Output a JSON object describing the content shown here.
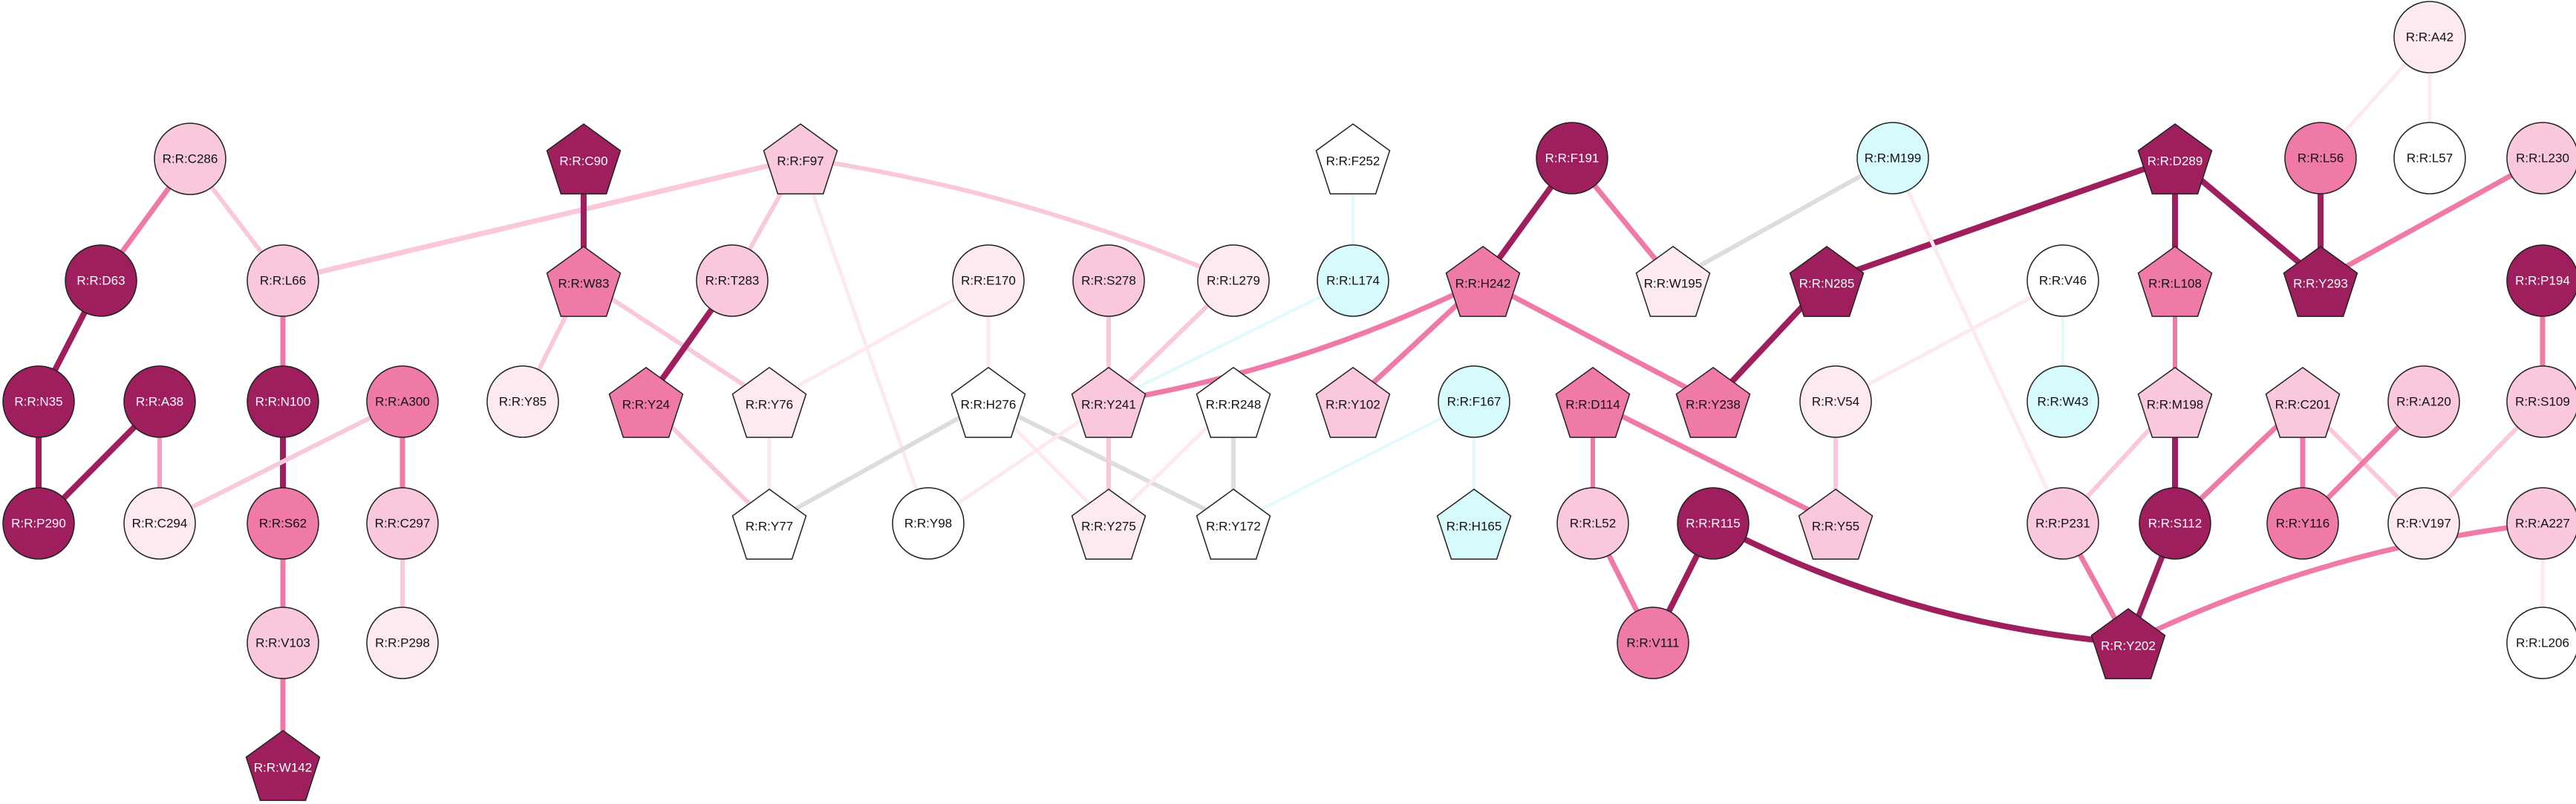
{
  "colors": {
    "c9": "#9e1e5e",
    "c8": "#a3245f",
    "c7": "#ef7aa8",
    "c6": "#f5a0c2",
    "c5": "#fac8dc",
    "c4": "#fde9f1",
    "c0": "#ffffff",
    "cyan": "#d7fafd",
    "gray": "#dddddd",
    "cyanEdge": "#e1fbfd",
    "text_dark": "#111111",
    "text_light": "#ffffff",
    "stroke": "#222222"
  },
  "nodes": [
    {
      "id": "A42",
      "label": "R:R:A42",
      "shape": "circle",
      "color": "c4"
    },
    {
      "id": "C286",
      "label": "R:R:C286",
      "shape": "circle",
      "color": "c5"
    },
    {
      "id": "C90",
      "label": "R:R:C90",
      "shape": "pentagon",
      "color": "c9"
    },
    {
      "id": "F97",
      "label": "R:R:F97",
      "shape": "pentagon",
      "color": "c5"
    },
    {
      "id": "F252",
      "label": "R:R:F252",
      "shape": "pentagon",
      "color": "c0"
    },
    {
      "id": "F191",
      "label": "R:R:F191",
      "shape": "circle",
      "color": "c9"
    },
    {
      "id": "M199",
      "label": "R:R:M199",
      "shape": "circle",
      "color": "cyan"
    },
    {
      "id": "D289",
      "label": "R:R:D289",
      "shape": "pentagon",
      "color": "c9"
    },
    {
      "id": "L56",
      "label": "R:R:L56",
      "shape": "circle",
      "color": "c7"
    },
    {
      "id": "L57",
      "label": "R:R:L57",
      "shape": "circle",
      "color": "c0"
    },
    {
      "id": "L230",
      "label": "R:R:L230",
      "shape": "circle",
      "color": "c5"
    },
    {
      "id": "D63",
      "label": "R:R:D63",
      "shape": "circle",
      "color": "c9"
    },
    {
      "id": "L66",
      "label": "R:R:L66",
      "shape": "circle",
      "color": "c5"
    },
    {
      "id": "W83",
      "label": "R:R:W83",
      "shape": "pentagon",
      "color": "c7"
    },
    {
      "id": "T283",
      "label": "R:R:T283",
      "shape": "circle",
      "color": "c5"
    },
    {
      "id": "E170",
      "label": "R:R:E170",
      "shape": "circle",
      "color": "c4"
    },
    {
      "id": "S278",
      "label": "R:R:S278",
      "shape": "circle",
      "color": "c5"
    },
    {
      "id": "L279",
      "label": "R:R:L279",
      "shape": "circle",
      "color": "c4"
    },
    {
      "id": "L174",
      "label": "R:R:L174",
      "shape": "circle",
      "color": "cyan"
    },
    {
      "id": "H242",
      "label": "R:R:H242",
      "shape": "pentagon",
      "color": "c7"
    },
    {
      "id": "W195",
      "label": "R:R:W195",
      "shape": "pentagon",
      "color": "c4"
    },
    {
      "id": "N285",
      "label": "R:R:N285",
      "shape": "pentagon",
      "color": "c9"
    },
    {
      "id": "V46",
      "label": "R:R:V46",
      "shape": "circle",
      "color": "c0"
    },
    {
      "id": "L108",
      "label": "R:R:L108",
      "shape": "pentagon",
      "color": "c7"
    },
    {
      "id": "Y293",
      "label": "R:R:Y293",
      "shape": "pentagon",
      "color": "c9"
    },
    {
      "id": "P194",
      "label": "R:R:P194",
      "shape": "circle",
      "color": "c9"
    },
    {
      "id": "N35",
      "label": "R:R:N35",
      "shape": "circle",
      "color": "c9"
    },
    {
      "id": "A38",
      "label": "R:R:A38",
      "shape": "circle",
      "color": "c9"
    },
    {
      "id": "N100",
      "label": "R:R:N100",
      "shape": "circle",
      "color": "c9"
    },
    {
      "id": "A300",
      "label": "R:R:A300",
      "shape": "circle",
      "color": "c7"
    },
    {
      "id": "Y85",
      "label": "R:R:Y85",
      "shape": "circle",
      "color": "c4"
    },
    {
      "id": "Y24",
      "label": "R:R:Y24",
      "shape": "pentagon",
      "color": "c7"
    },
    {
      "id": "Y76",
      "label": "R:R:Y76",
      "shape": "pentagon",
      "color": "c4"
    },
    {
      "id": "H276",
      "label": "R:R:H276",
      "shape": "pentagon",
      "color": "c0"
    },
    {
      "id": "Y241",
      "label": "R:R:Y241",
      "shape": "pentagon",
      "color": "c5"
    },
    {
      "id": "R248",
      "label": "R:R:R248",
      "shape": "pentagon",
      "color": "c0"
    },
    {
      "id": "Y102",
      "label": "R:R:Y102",
      "shape": "pentagon",
      "color": "c5"
    },
    {
      "id": "F167",
      "label": "R:R:F167",
      "shape": "circle",
      "color": "cyan"
    },
    {
      "id": "D114",
      "label": "R:R:D114",
      "shape": "pentagon",
      "color": "c7"
    },
    {
      "id": "Y238",
      "label": "R:R:Y238",
      "shape": "pentagon",
      "color": "c7"
    },
    {
      "id": "V54",
      "label": "R:R:V54",
      "shape": "circle",
      "color": "c4"
    },
    {
      "id": "W43",
      "label": "R:R:W43",
      "shape": "circle",
      "color": "cyan"
    },
    {
      "id": "M198",
      "label": "R:R:M198",
      "shape": "pentagon",
      "color": "c5"
    },
    {
      "id": "C201",
      "label": "R:R:C201",
      "shape": "pentagon",
      "color": "c5"
    },
    {
      "id": "A120",
      "label": "R:R:A120",
      "shape": "circle",
      "color": "c5"
    },
    {
      "id": "S109",
      "label": "R:R:S109",
      "shape": "circle",
      "color": "c5"
    },
    {
      "id": "P290",
      "label": "R:R:P290",
      "shape": "circle",
      "color": "c9"
    },
    {
      "id": "C294",
      "label": "R:R:C294",
      "shape": "circle",
      "color": "c4"
    },
    {
      "id": "S62",
      "label": "R:R:S62",
      "shape": "circle",
      "color": "c7"
    },
    {
      "id": "C297",
      "label": "R:R:C297",
      "shape": "circle",
      "color": "c5"
    },
    {
      "id": "Y77",
      "label": "R:R:Y77",
      "shape": "pentagon",
      "color": "c0"
    },
    {
      "id": "Y98",
      "label": "R:R:Y98",
      "shape": "circle",
      "color": "c0"
    },
    {
      "id": "Y275",
      "label": "R:R:Y275",
      "shape": "pentagon",
      "color": "c4"
    },
    {
      "id": "Y172",
      "label": "R:R:Y172",
      "shape": "pentagon",
      "color": "c0"
    },
    {
      "id": "H165",
      "label": "R:R:H165",
      "shape": "pentagon",
      "color": "cyan"
    },
    {
      "id": "L52",
      "label": "R:R:L52",
      "shape": "circle",
      "color": "c5"
    },
    {
      "id": "R115",
      "label": "R:R:R115",
      "shape": "circle",
      "color": "c9"
    },
    {
      "id": "Y55",
      "label": "R:R:Y55",
      "shape": "pentagon",
      "color": "c5"
    },
    {
      "id": "P231",
      "label": "R:R:P231",
      "shape": "circle",
      "color": "c5"
    },
    {
      "id": "S112",
      "label": "R:R:S112",
      "shape": "circle",
      "color": "c9"
    },
    {
      "id": "Y116",
      "label": "R:R:Y116",
      "shape": "circle",
      "color": "c7"
    },
    {
      "id": "V197",
      "label": "R:R:V197",
      "shape": "circle",
      "color": "c4"
    },
    {
      "id": "A227",
      "label": "R:R:A227",
      "shape": "circle",
      "color": "c5"
    },
    {
      "id": "V103",
      "label": "R:R:V103",
      "shape": "circle",
      "color": "c5"
    },
    {
      "id": "P298",
      "label": "R:R:P298",
      "shape": "circle",
      "color": "c4"
    },
    {
      "id": "V111",
      "label": "R:R:V111",
      "shape": "circle",
      "color": "c7"
    },
    {
      "id": "Y202",
      "label": "R:R:Y202",
      "shape": "pentagon",
      "color": "c9"
    },
    {
      "id": "L206",
      "label": "R:R:L206",
      "shape": "circle",
      "color": "c0"
    },
    {
      "id": "W142",
      "label": "R:R:W142",
      "shape": "pentagon",
      "color": "c9"
    }
  ],
  "edges": [
    {
      "from": "A42",
      "to": "L56",
      "color": "c4",
      "weight": 5
    },
    {
      "from": "A42",
      "to": "L57",
      "color": "c4",
      "weight": 5
    },
    {
      "from": "L56",
      "to": "Y293",
      "color": "c9",
      "weight": 8
    },
    {
      "from": "D289",
      "to": "Y293",
      "color": "c9",
      "weight": 8
    },
    {
      "from": "D289",
      "to": "L108",
      "color": "c9",
      "weight": 8
    },
    {
      "from": "D289",
      "to": "N285",
      "color": "c9",
      "weight": 8
    },
    {
      "from": "L230",
      "to": "Y293",
      "color": "c7",
      "weight": 7
    },
    {
      "from": "C286",
      "to": "D63",
      "color": "c7",
      "weight": 7
    },
    {
      "from": "C286",
      "to": "L66",
      "color": "c5",
      "weight": 6
    },
    {
      "from": "D63",
      "to": "N35",
      "color": "c9",
      "weight": 8
    },
    {
      "from": "N35",
      "to": "P290",
      "color": "c9",
      "weight": 8
    },
    {
      "from": "A38",
      "to": "P290",
      "color": "c9",
      "weight": 8
    },
    {
      "from": "A38",
      "to": "C294",
      "color": "c6",
      "weight": 6
    },
    {
      "from": "L66",
      "to": "N100",
      "color": "c7",
      "weight": 7
    },
    {
      "from": "L66",
      "to": "F97",
      "color": "c5",
      "weight": 7
    },
    {
      "from": "N100",
      "to": "S62",
      "color": "c9",
      "weight": 8
    },
    {
      "from": "S62",
      "to": "V103",
      "color": "c7",
      "weight": 7
    },
    {
      "from": "V103",
      "to": "W142",
      "color": "c7",
      "weight": 7
    },
    {
      "from": "A300",
      "to": "C297",
      "color": "c7",
      "weight": 7
    },
    {
      "from": "A300",
      "to": "C294",
      "color": "c5",
      "weight": 6
    },
    {
      "from": "C297",
      "to": "P298",
      "color": "c5",
      "weight": 6
    },
    {
      "from": "C90",
      "to": "W83",
      "color": "c9",
      "weight": 8
    },
    {
      "from": "W83",
      "to": "Y85",
      "color": "c5",
      "weight": 6
    },
    {
      "from": "W83",
      "to": "Y76",
      "color": "c5",
      "weight": 6
    },
    {
      "from": "F97",
      "to": "T283",
      "color": "c5",
      "weight": 6
    },
    {
      "from": "F97",
      "to": "L279",
      "color": "c5",
      "weight": 6
    },
    {
      "from": "F97",
      "to": "Y98",
      "color": "c4",
      "weight": 5
    },
    {
      "from": "T283",
      "to": "Y24",
      "color": "c9",
      "weight": 8
    },
    {
      "from": "Y24",
      "to": "Y77",
      "color": "c5",
      "weight": 6
    },
    {
      "from": "Y76",
      "to": "Y77",
      "color": "c4",
      "weight": 5
    },
    {
      "from": "Y76",
      "to": "E170",
      "color": "c4",
      "weight": 5
    },
    {
      "from": "E170",
      "to": "H276",
      "color": "c4",
      "weight": 5
    },
    {
      "from": "H276",
      "to": "Y77",
      "color": "gray",
      "weight": 6
    },
    {
      "from": "H276",
      "to": "Y172",
      "color": "gray",
      "weight": 6
    },
    {
      "from": "H276",
      "to": "Y275",
      "color": "c4",
      "weight": 5
    },
    {
      "from": "S278",
      "to": "Y241",
      "color": "c5",
      "weight": 6
    },
    {
      "from": "L279",
      "to": "Y241",
      "color": "c5",
      "weight": 6
    },
    {
      "from": "Y241",
      "to": "Y275",
      "color": "c5",
      "weight": 6
    },
    {
      "from": "Y241",
      "to": "Y98",
      "color": "c4",
      "weight": 5
    },
    {
      "from": "Y241",
      "to": "L174",
      "color": "cyanEdge",
      "weight": 4
    },
    {
      "from": "R248",
      "to": "Y172",
      "color": "gray",
      "weight": 6
    },
    {
      "from": "R248",
      "to": "Y275",
      "color": "c4",
      "weight": 5
    },
    {
      "from": "F252",
      "to": "L174",
      "color": "cyanEdge",
      "weight": 4
    },
    {
      "from": "F167",
      "to": "H165",
      "color": "cyanEdge",
      "weight": 4
    },
    {
      "from": "F167",
      "to": "Y172",
      "color": "cyanEdge",
      "weight": 4
    },
    {
      "from": "F191",
      "to": "H242",
      "color": "c9",
      "weight": 8
    },
    {
      "from": "F191",
      "to": "W195",
      "color": "c7",
      "weight": 7
    },
    {
      "from": "M199",
      "to": "W195",
      "color": "gray",
      "weight": 6
    },
    {
      "from": "M199",
      "to": "P231",
      "color": "c4",
      "weight": 5
    },
    {
      "from": "H242",
      "to": "Y102",
      "color": "c7",
      "weight": 7
    },
    {
      "from": "H242",
      "to": "Y238",
      "color": "c7",
      "weight": 7
    },
    {
      "from": "H242",
      "to": "Y241",
      "color": "c7",
      "weight": 7
    },
    {
      "from": "N285",
      "to": "Y238",
      "color": "c9",
      "weight": 8
    },
    {
      "from": "D114",
      "to": "L52",
      "color": "c7",
      "weight": 6
    },
    {
      "from": "D114",
      "to": "Y55",
      "color": "c7",
      "weight": 7
    },
    {
      "from": "L52",
      "to": "V111",
      "color": "c7",
      "weight": 7
    },
    {
      "from": "R115",
      "to": "V111",
      "color": "c9",
      "weight": 8
    },
    {
      "from": "R115",
      "to": "Y202",
      "color": "c9",
      "weight": 8
    },
    {
      "from": "V54",
      "to": "Y55",
      "color": "c5",
      "weight": 6
    },
    {
      "from": "V54",
      "to": "V46",
      "color": "c4",
      "weight": 5
    },
    {
      "from": "V46",
      "to": "W43",
      "color": "cyanEdge",
      "weight": 4
    },
    {
      "from": "L108",
      "to": "M198",
      "color": "c7",
      "weight": 6
    },
    {
      "from": "M198",
      "to": "S112",
      "color": "c9",
      "weight": 8
    },
    {
      "from": "M198",
      "to": "P231",
      "color": "c5",
      "weight": 6
    },
    {
      "from": "C201",
      "to": "S112",
      "color": "c7",
      "weight": 7
    },
    {
      "from": "C201",
      "to": "Y116",
      "color": "c7",
      "weight": 7
    },
    {
      "from": "C201",
      "to": "V197",
      "color": "c5",
      "weight": 6
    },
    {
      "from": "A120",
      "to": "Y116",
      "color": "c7",
      "weight": 7
    },
    {
      "from": "P194",
      "to": "S109",
      "color": "c7",
      "weight": 7
    },
    {
      "from": "S109",
      "to": "V197",
      "color": "c5",
      "weight": 6
    },
    {
      "from": "P231",
      "to": "Y202",
      "color": "c7",
      "weight": 7
    },
    {
      "from": "S112",
      "to": "Y202",
      "color": "c9",
      "weight": 8
    },
    {
      "from": "A227",
      "to": "Y202",
      "color": "c7",
      "weight": 7
    },
    {
      "from": "A227",
      "to": "L206",
      "color": "c4",
      "weight": 5
    }
  ]
}
